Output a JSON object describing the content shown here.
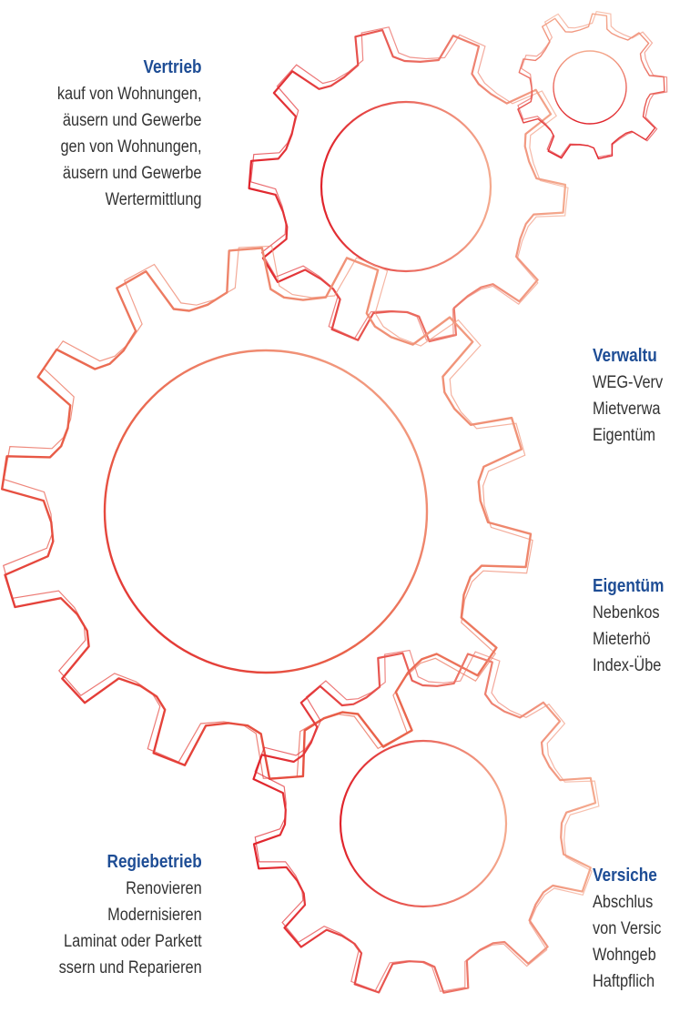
{
  "colors": {
    "heading": "#1e4d95",
    "text": "#333333",
    "gear_dark": "#e0232b",
    "gear_light": "#f4aa8e"
  },
  "vertrieb": {
    "title": "Vertrieb",
    "lines": [
      "kauf von Wohnungen,",
      "äusern und Gewerbe",
      "gen von Wohnungen,",
      "äusern und Gewerbe",
      "Wertermittlung"
    ]
  },
  "verwaltung": {
    "title": "Verwaltu",
    "lines": [
      "WEG-Verv",
      "Mietverwa",
      "Eigentüm"
    ]
  },
  "eigentuemer": {
    "title": "Eigentüm",
    "lines": [
      "Nebenkos",
      "Mieterhö",
      "Index-Übe"
    ]
  },
  "regiebetrieb": {
    "title": "Regiebetrieb",
    "lines": [
      "Renovieren",
      "Modernisieren",
      "Laminat oder Parkett",
      "ssern und Reparieren"
    ]
  },
  "versicherung": {
    "title": "Versiche",
    "lines": [
      "Abschlus",
      "von Versic",
      "Wohngeb",
      "Haftpflich"
    ]
  }
}
